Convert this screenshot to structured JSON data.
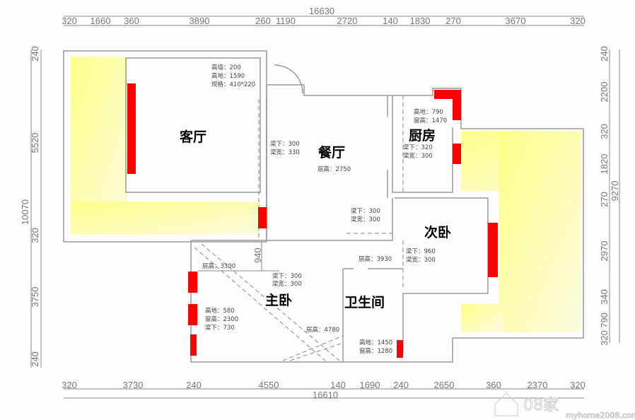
{
  "dimensions": {
    "top_total": "16630",
    "top": [
      "320",
      "1660",
      "360",
      "3890",
      "260",
      "1190",
      "2720",
      "140",
      "1830",
      "270",
      "3670",
      "320"
    ],
    "bottom_total": "16610",
    "bottom": [
      "320",
      "3730",
      "240",
      "4550",
      "140",
      "1690",
      "240",
      "2650",
      "360",
      "2370",
      "320"
    ],
    "left": [
      "240",
      "5520",
      "10070",
      "320",
      "3750",
      "240"
    ],
    "right": [
      "240",
      "2200",
      "320",
      "1820",
      "9270",
      "270",
      "2970",
      "340",
      "790",
      "320"
    ],
    "mb_940": "940"
  },
  "rooms": {
    "living": "客厅",
    "dining": "餐厅",
    "kitchen": "厨房",
    "second_bed": "次卧",
    "master_bed": "主卧",
    "bathroom": "卫生间"
  },
  "notes": {
    "living": [
      "高墙：200",
      "高地：1590",
      "规格：410*220"
    ],
    "dining_beam": [
      "梁下：300",
      "梁宽：330"
    ],
    "dining_height": "层高：2750",
    "kitchen_win": [
      "高地：790",
      "窗高：1470"
    ],
    "kitchen_beam": [
      "梁下：320",
      "梁宽：300"
    ],
    "dining_beam2": [
      "梁下：300",
      "梁宽：300"
    ],
    "second_beam": [
      "梁下：960",
      "梁宽：300"
    ],
    "height_3930": "层高：3930",
    "height_3300": "层高：3300",
    "master_beam": [
      "梁下：300",
      "梁宽：300"
    ],
    "master_win": [
      "高地：580",
      "窗高：2300",
      "梁下：730"
    ],
    "height_4780": "层高：4780",
    "bath_win": [
      "高地：1450",
      "窗高：1280"
    ]
  },
  "watermark": {
    "brand": "08家",
    "url": "myhome2008.com"
  },
  "colors": {
    "window": "#ff0000",
    "balcony": "#ffff99",
    "wall": "#999999"
  }
}
